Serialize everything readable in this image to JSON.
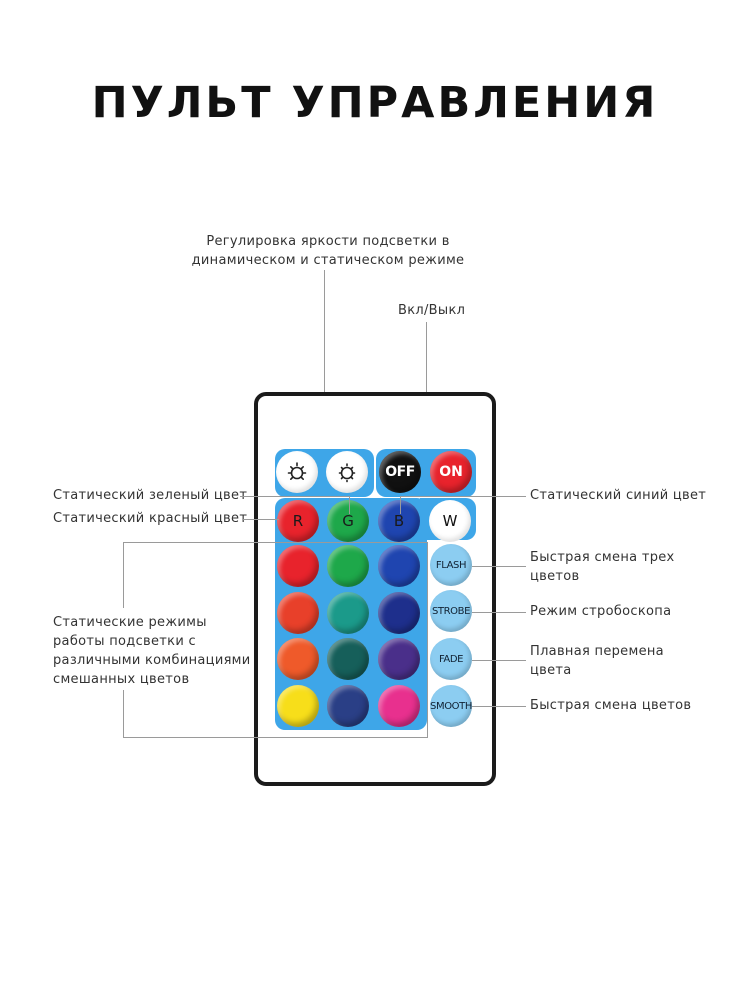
{
  "title": "ПУЛЬТ УПРАВЛЕНИЯ",
  "labels": {
    "brightness": "Регулировка яркости подсветки в динамическом и статическом режиме",
    "power": "Вкл/Выкл",
    "static_green": "Статический зеленый цвет",
    "static_red": "Статический красный цвет",
    "static_blue": "Статический синий цвет",
    "static_modes": "Статические режимы работы подсветки с различными комбинациями смешанных цветов",
    "flash_desc": "Быстрая смена трех цветов",
    "strobe_desc": "Режим стробоскопа",
    "fade_desc": "Плавная перемена цвета",
    "smooth_desc": "Быстрая смена цветов"
  },
  "remote": {
    "brightness_up_icon": "brightness-up-icon",
    "brightness_down_icon": "brightness-down-icon",
    "off": "OFF",
    "on": "ON",
    "r": "R",
    "g": "G",
    "b": "B",
    "w": "W",
    "flash": "FLASH",
    "strobe": "STROBE",
    "fade": "FADE",
    "smooth": "SMOOTH"
  },
  "colors": {
    "panel": "#3ea6e8",
    "color_rows": [
      [
        "#e8232c",
        "#1ea84a",
        "#1f45b0"
      ],
      [
        "#e8402a",
        "#1b9a8a",
        "#1e2f8c"
      ],
      [
        "#ef5a2a",
        "#165f5a",
        "#4a2f8a"
      ],
      [
        "#f7de1a",
        "#2a3f86",
        "#e8308e"
      ]
    ]
  }
}
